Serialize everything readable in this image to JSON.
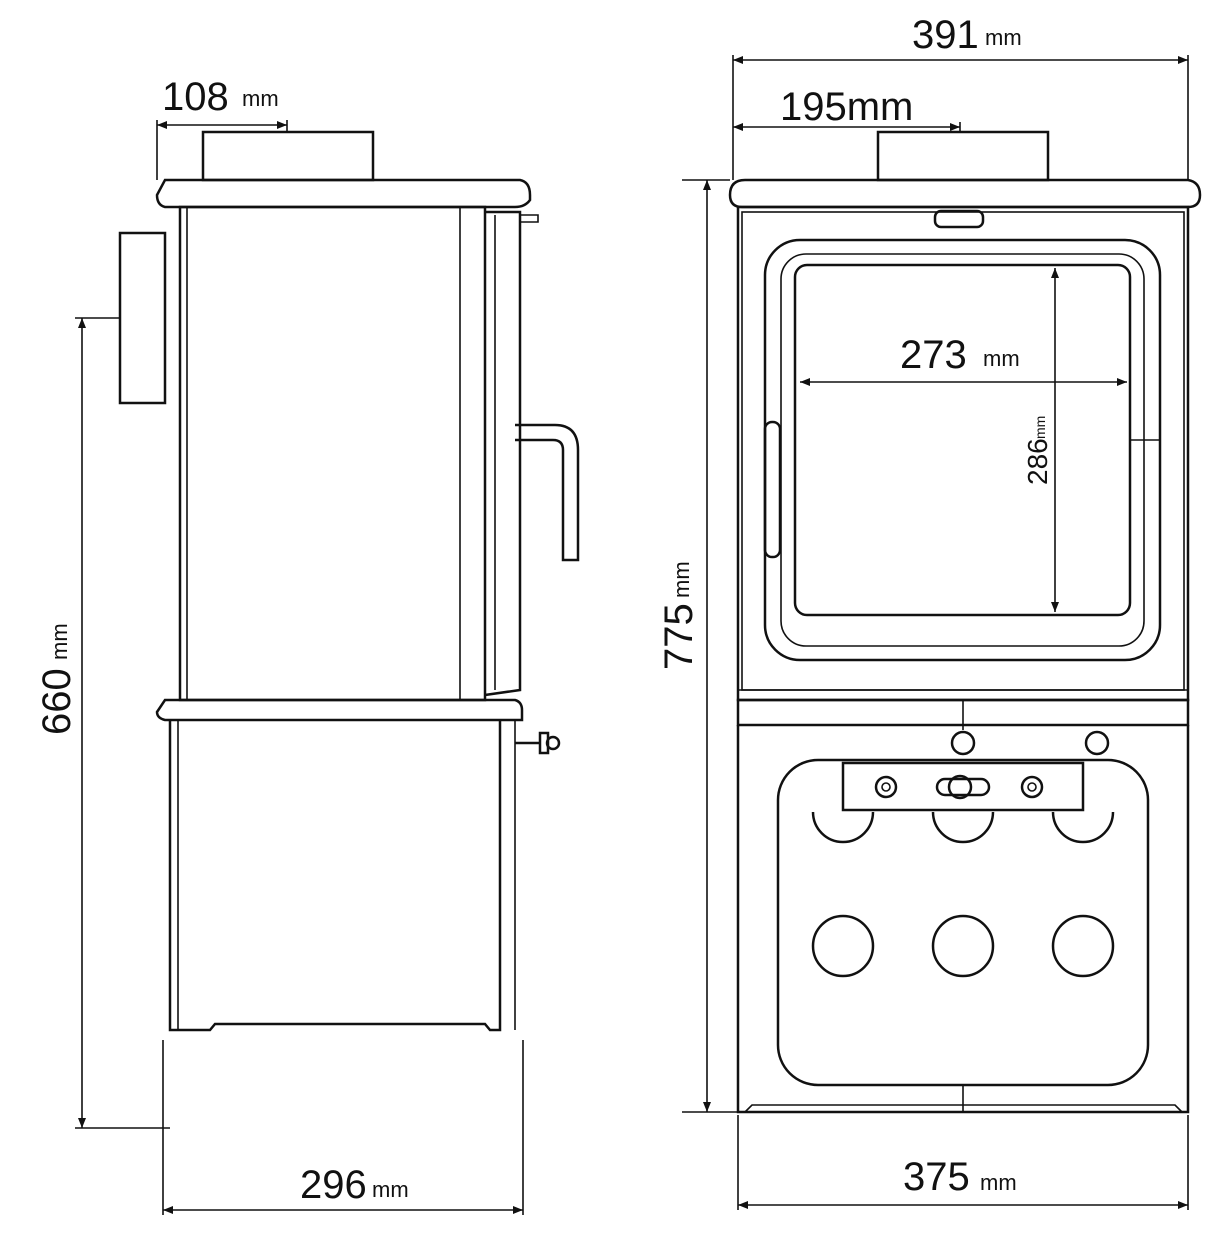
{
  "colors": {
    "line": "#111111",
    "background": "#ffffff"
  },
  "side_view": {
    "flue_offset": {
      "value": "108",
      "unit": "mm"
    },
    "flue_height": {
      "value": "660",
      "unit": "mm"
    },
    "depth": {
      "value": "296",
      "unit": "mm"
    }
  },
  "front_view": {
    "width_top": {
      "value": "391",
      "unit": "mm"
    },
    "flue_center": {
      "value": "195mm"
    },
    "height": {
      "value": "775",
      "unit": "mm"
    },
    "width_base": {
      "value": "375",
      "unit": "mm"
    },
    "glass_width": {
      "value": "273",
      "unit": "mm"
    },
    "glass_height": {
      "value": "286",
      "unit": "mm"
    }
  }
}
